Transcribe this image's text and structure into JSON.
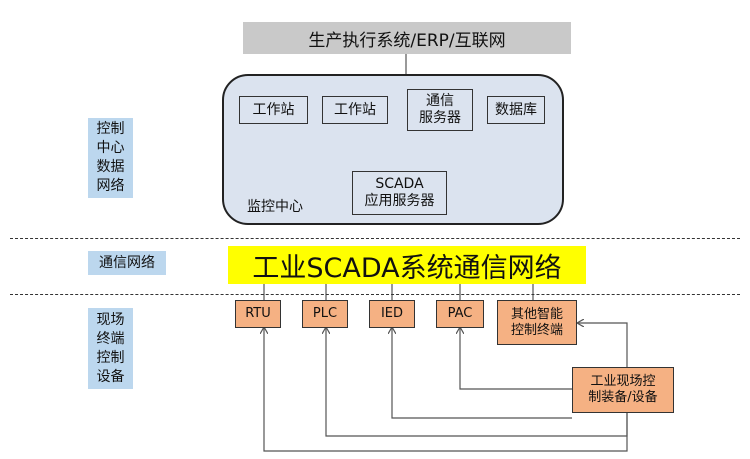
{
  "top_system": "生产执行系统/ERP/互联网",
  "control_center": {
    "label": "监控中心",
    "workstation_1": "工作站",
    "workstation_2": "工作站",
    "comm_server": "通信\n服务器",
    "database": "数据库",
    "scada_server": "SCADA\n应用服务器"
  },
  "network_banner": "工业SCADA系统通信网络",
  "side_labels": {
    "control_data": "控制\n中心\n数据\n网络",
    "comm_network": "通信网络",
    "field_terminal": "现场\n终端\n控制\n设备"
  },
  "devices": {
    "rtu": "RTU",
    "plc": "PLC",
    "ied": "IED",
    "pac": "PAC",
    "other": "其他智能\n控制终端",
    "field_equipment": "工业现场控\n制装备/设备"
  },
  "colors": {
    "top_bar": "#c9c9c9",
    "control_center": "#dbe3ef",
    "side_label": "#bcd7ee",
    "banner": "#ffff00",
    "device": "#f5b183"
  }
}
